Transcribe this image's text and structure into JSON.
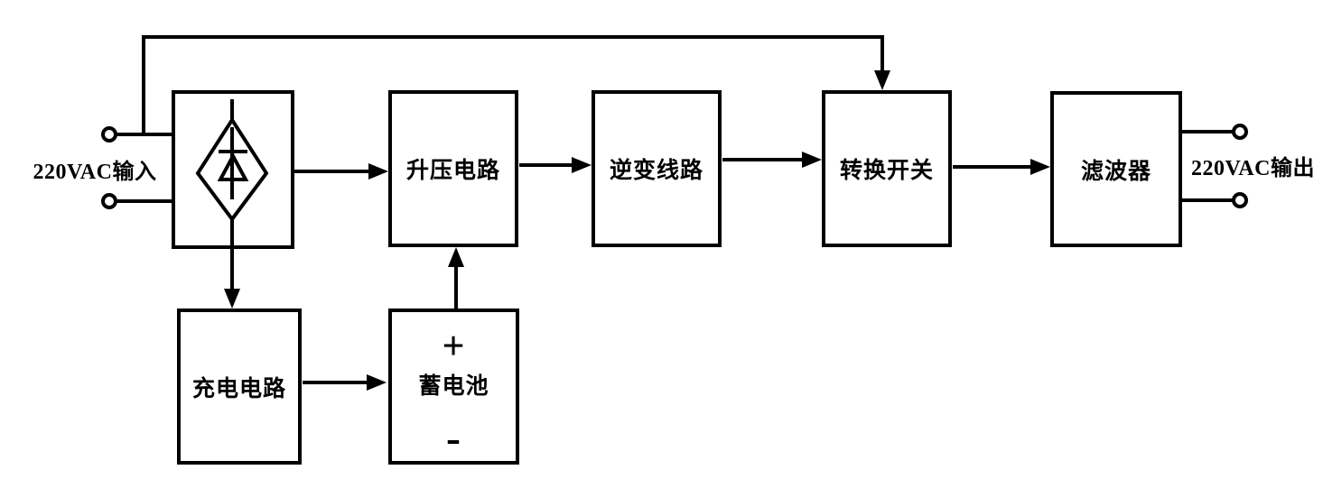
{
  "labels": {
    "input": "220VAC输入",
    "output": "220VAC输出"
  },
  "blocks": {
    "rectifier": {
      "label": "",
      "icon": "bridge-rectifier-diode"
    },
    "boost": {
      "label": "升压电路"
    },
    "inverter": {
      "label": "逆变线路"
    },
    "transfer_switch": {
      "label": "转换开关"
    },
    "filter": {
      "label": "滤波器"
    },
    "charger": {
      "label": "充电电路"
    },
    "battery": {
      "label": "蓄电池",
      "positive": "+",
      "negative": "-"
    }
  },
  "connections": [
    {
      "from": "ac-input",
      "to": "rectifier",
      "style": "plain-wire"
    },
    {
      "from": "ac-input",
      "to": "transfer_switch",
      "style": "arrow-bypass-over-top"
    },
    {
      "from": "rectifier",
      "to": "boost",
      "style": "arrow"
    },
    {
      "from": "boost",
      "to": "inverter",
      "style": "arrow"
    },
    {
      "from": "inverter",
      "to": "transfer_switch",
      "style": "arrow"
    },
    {
      "from": "transfer_switch",
      "to": "filter",
      "style": "arrow"
    },
    {
      "from": "filter",
      "to": "ac-output",
      "style": "plain-wire"
    },
    {
      "from": "rectifier",
      "to": "charger",
      "style": "arrow-down"
    },
    {
      "from": "charger",
      "to": "battery",
      "style": "arrow"
    },
    {
      "from": "battery",
      "to": "boost",
      "style": "arrow-up"
    }
  ],
  "colors": {
    "line": "#000000",
    "background": "#FFFFFF",
    "text": "#000000"
  }
}
